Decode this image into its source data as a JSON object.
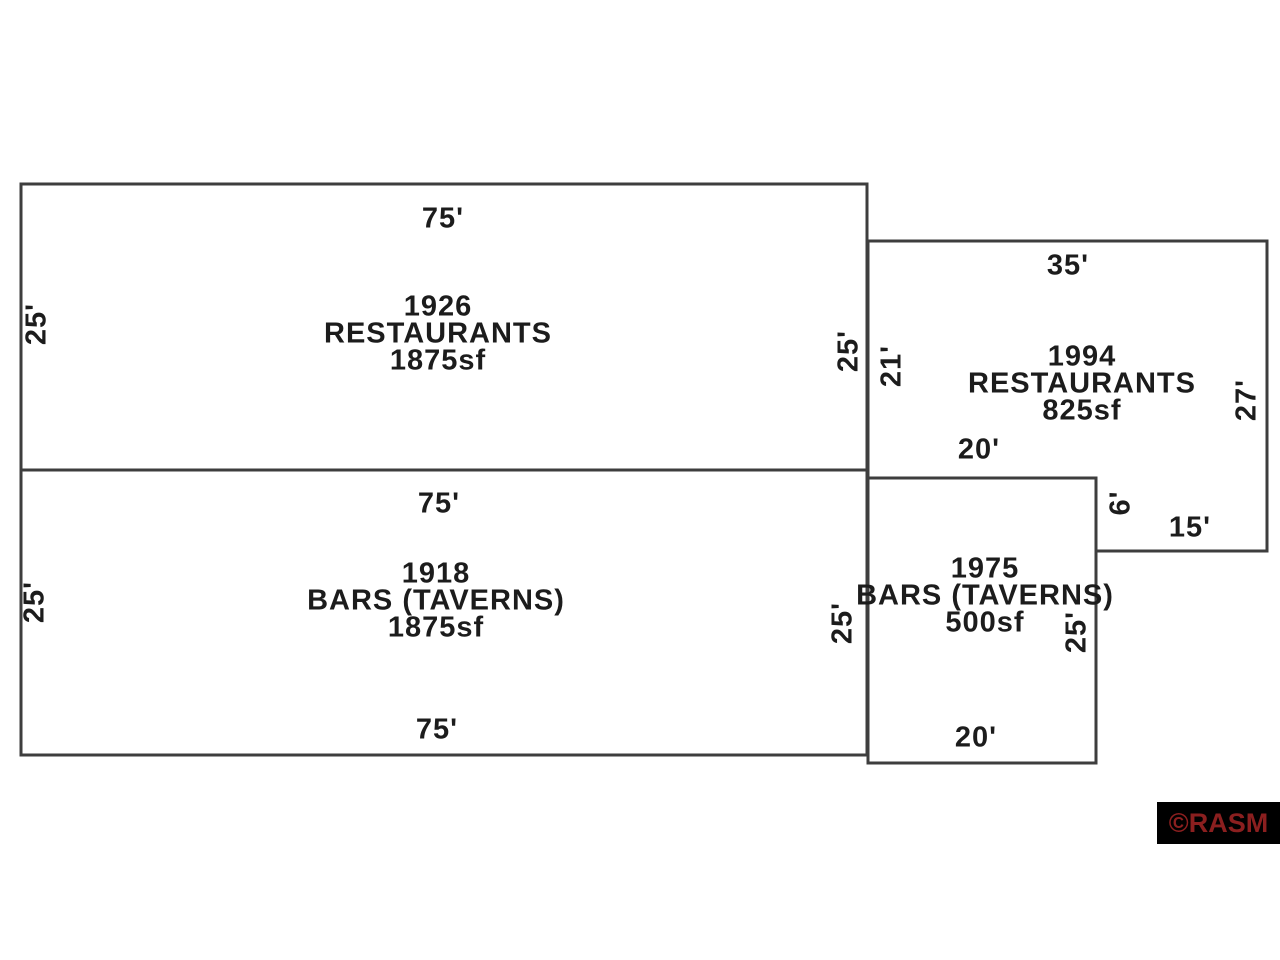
{
  "units": [
    {
      "number": "1926",
      "category": "RESTAURANTS",
      "area": "1875sf",
      "dimensions": {
        "top": "75'",
        "left": "25'",
        "right": "25'"
      }
    },
    {
      "number": "1994",
      "category": "RESTAURANTS",
      "area": "825sf",
      "dimensions": {
        "top": "35'",
        "left": "21'",
        "right": "27'",
        "bottom_left": "20'",
        "notch": "6'",
        "bottom_right": "15'"
      }
    },
    {
      "number": "1918",
      "category": "BARS (TAVERNS)",
      "area": "1875sf",
      "dimensions": {
        "top": "75'",
        "left": "25'",
        "right": "25'",
        "bottom": "75'"
      }
    },
    {
      "number": "1975",
      "category": "BARS (TAVERNS)",
      "area": "500sf",
      "dimensions": {
        "right": "25'",
        "bottom": "20'"
      }
    }
  ],
  "watermark": {
    "text": "©RASM"
  },
  "colors": {
    "outline": "#3e3e3e",
    "watermark_bg": "#000000",
    "watermark_text": "#8b1f1f"
  }
}
